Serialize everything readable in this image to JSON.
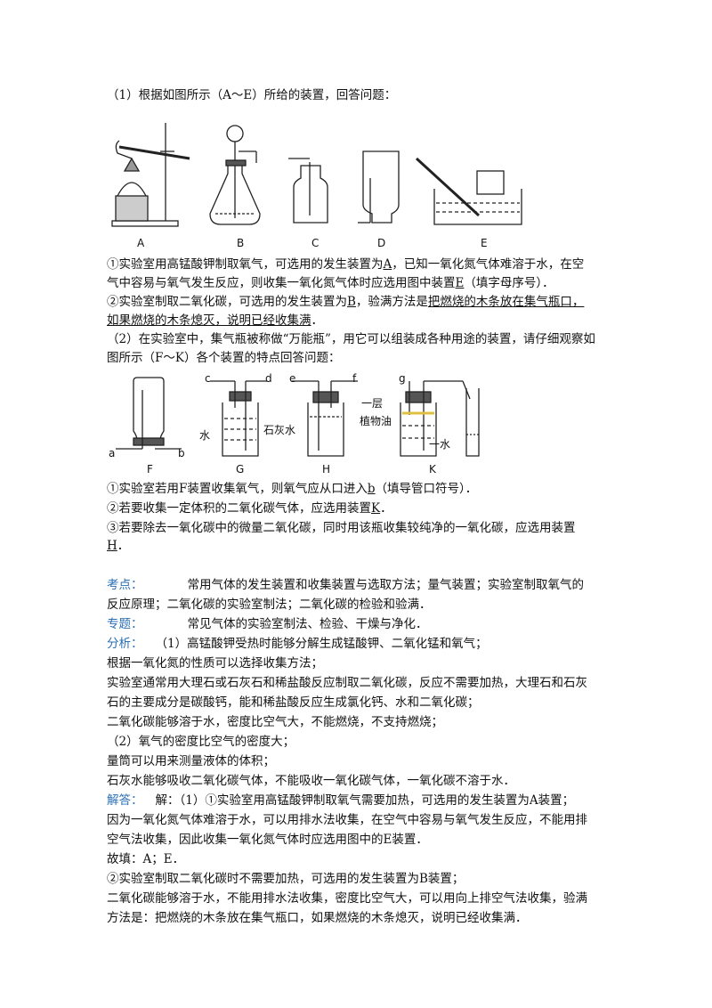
{
  "q1_intro": "（1）根据如图所示（A～E）所给的装置，回答问题：",
  "fig1_labels": [
    "A",
    "B",
    "C",
    "D",
    "E"
  ],
  "q1_1a": "①实验室用高锰酸钾制取氧气，可选用的发生装置为",
  "q1_1a_ans": "A",
  "q1_1b": "，已知一氧化氮气体难溶于水，在空",
  "q1_1c": "气中容易与氧气发生反应，则收集一氧化氮气体时应选用图中装置",
  "q1_1c_ans": "E",
  "q1_1d": "（填字母序号）．",
  "q1_2a": "②实验室制取二氧化碳，可选用的发生装置为",
  "q1_2a_ans": "B",
  "q1_2b": "，验满方法是",
  "q1_2b_ans": "把燃烧的木条放在集气瓶口，",
  "q1_2c_ans": "如果燃烧的木条熄灭，说明已经收集满",
  "q1_2c_end": "．",
  "q2_intro_a": "（2）在实验室中，集气瓶被称做“万能瓶”，用它可以组装成各种用途的装置，请仔细观察如",
  "q2_intro_b": "图所示（F～K）各个装置的特点回答问题：",
  "fig2_labels": [
    "F",
    "G",
    "H",
    "K"
  ],
  "fig2_ports": [
    "a",
    "b",
    "c",
    "d",
    "e",
    "f",
    "g"
  ],
  "fig2_text": {
    "water": "水",
    "limewater": "石灰水",
    "layer1": "一层",
    "oil": "植物油",
    "water2": "一水"
  },
  "q2_1a": "①实验室若用F装置收集氧气，则氧气应从口进入",
  "q2_1a_ans": "b",
  "q2_1b": "（填导管口符号）．",
  "q2_2a": "②若要收集一定体积的二氧化碳气体，应选用装置",
  "q2_2a_ans": "K",
  "q2_2b": "．",
  "q2_3a": "③若要除去一氧化碳中的微量二氧化碳，同时用该瓶收集较纯净的一氧化碳，应选用装置",
  "q2_3a_ans": "H",
  "q2_3b": "．",
  "kaodian_label": "考点：",
  "kaodian_a": "常用气体的发生装置和收集装置与选取方法；量气装置；实验室制取氧气的",
  "kaodian_b": "反应原理；二氧化碳的实验室制法；二氧化碳的检验和验满．",
  "zhuanti_label": "专题：",
  "zhuanti": "常见气体的实验室制法、检验、干燥与净化．",
  "fenxi_label": "分析：",
  "fenxi_1": "（1）高锰酸钾受热时能够分解生成锰酸钾、二氧化锰和氧气；",
  "fenxi_2": "根据一氧化氮的性质可以选择收集方法；",
  "fenxi_3": "实验室通常用大理石或石灰石和稀盐酸反应制取二氧化碳，反应不需要加热，大理石和石灰",
  "fenxi_4": "石的主要成分是碳酸钙，能和稀盐酸反应生成氯化钙、水和二氧化碳；",
  "fenxi_5": "二氧化碳能够溶于水，密度比空气大，不能燃烧，不支持燃烧；",
  "fenxi_6": "（2）氧气的密度比空气的密度大；",
  "fenxi_7": "量筒可以用来测量液体的体积；",
  "fenxi_8": "石灰水能够吸收二氧化碳气体，不能吸收一氧化碳气体，一氧化碳不溶于水．",
  "jieda_label": "解答：",
  "jieda_1": "解：（1）①实验室用高锰酸钾制取氧气需要加热，可选用的发生装置为A装置；",
  "jieda_2": "因为一氧化氮气体难溶于水，可以用排水法收集，在空气中容易与氧气发生反应，不能用排",
  "jieda_3": "空气法收集，因此收集一氧化氮气体时应选用图中的E装置．",
  "jieda_4": "故填：A；E．",
  "jieda_5": "②实验室制取二氧化碳时不需要加热，可选用的发生装置为B装置；",
  "jieda_6": " 二氧化碳能够溶于水，不能用排水法收集，密度比空气大，可以用向上排空气法收集，验满",
  "jieda_7": "方法是：把燃烧的木条放在集气瓶口，如果燃烧的木条熄灭，说明已经收集满．",
  "colors": {
    "label_blue": "#2a6fb5",
    "text": "#111111"
  }
}
